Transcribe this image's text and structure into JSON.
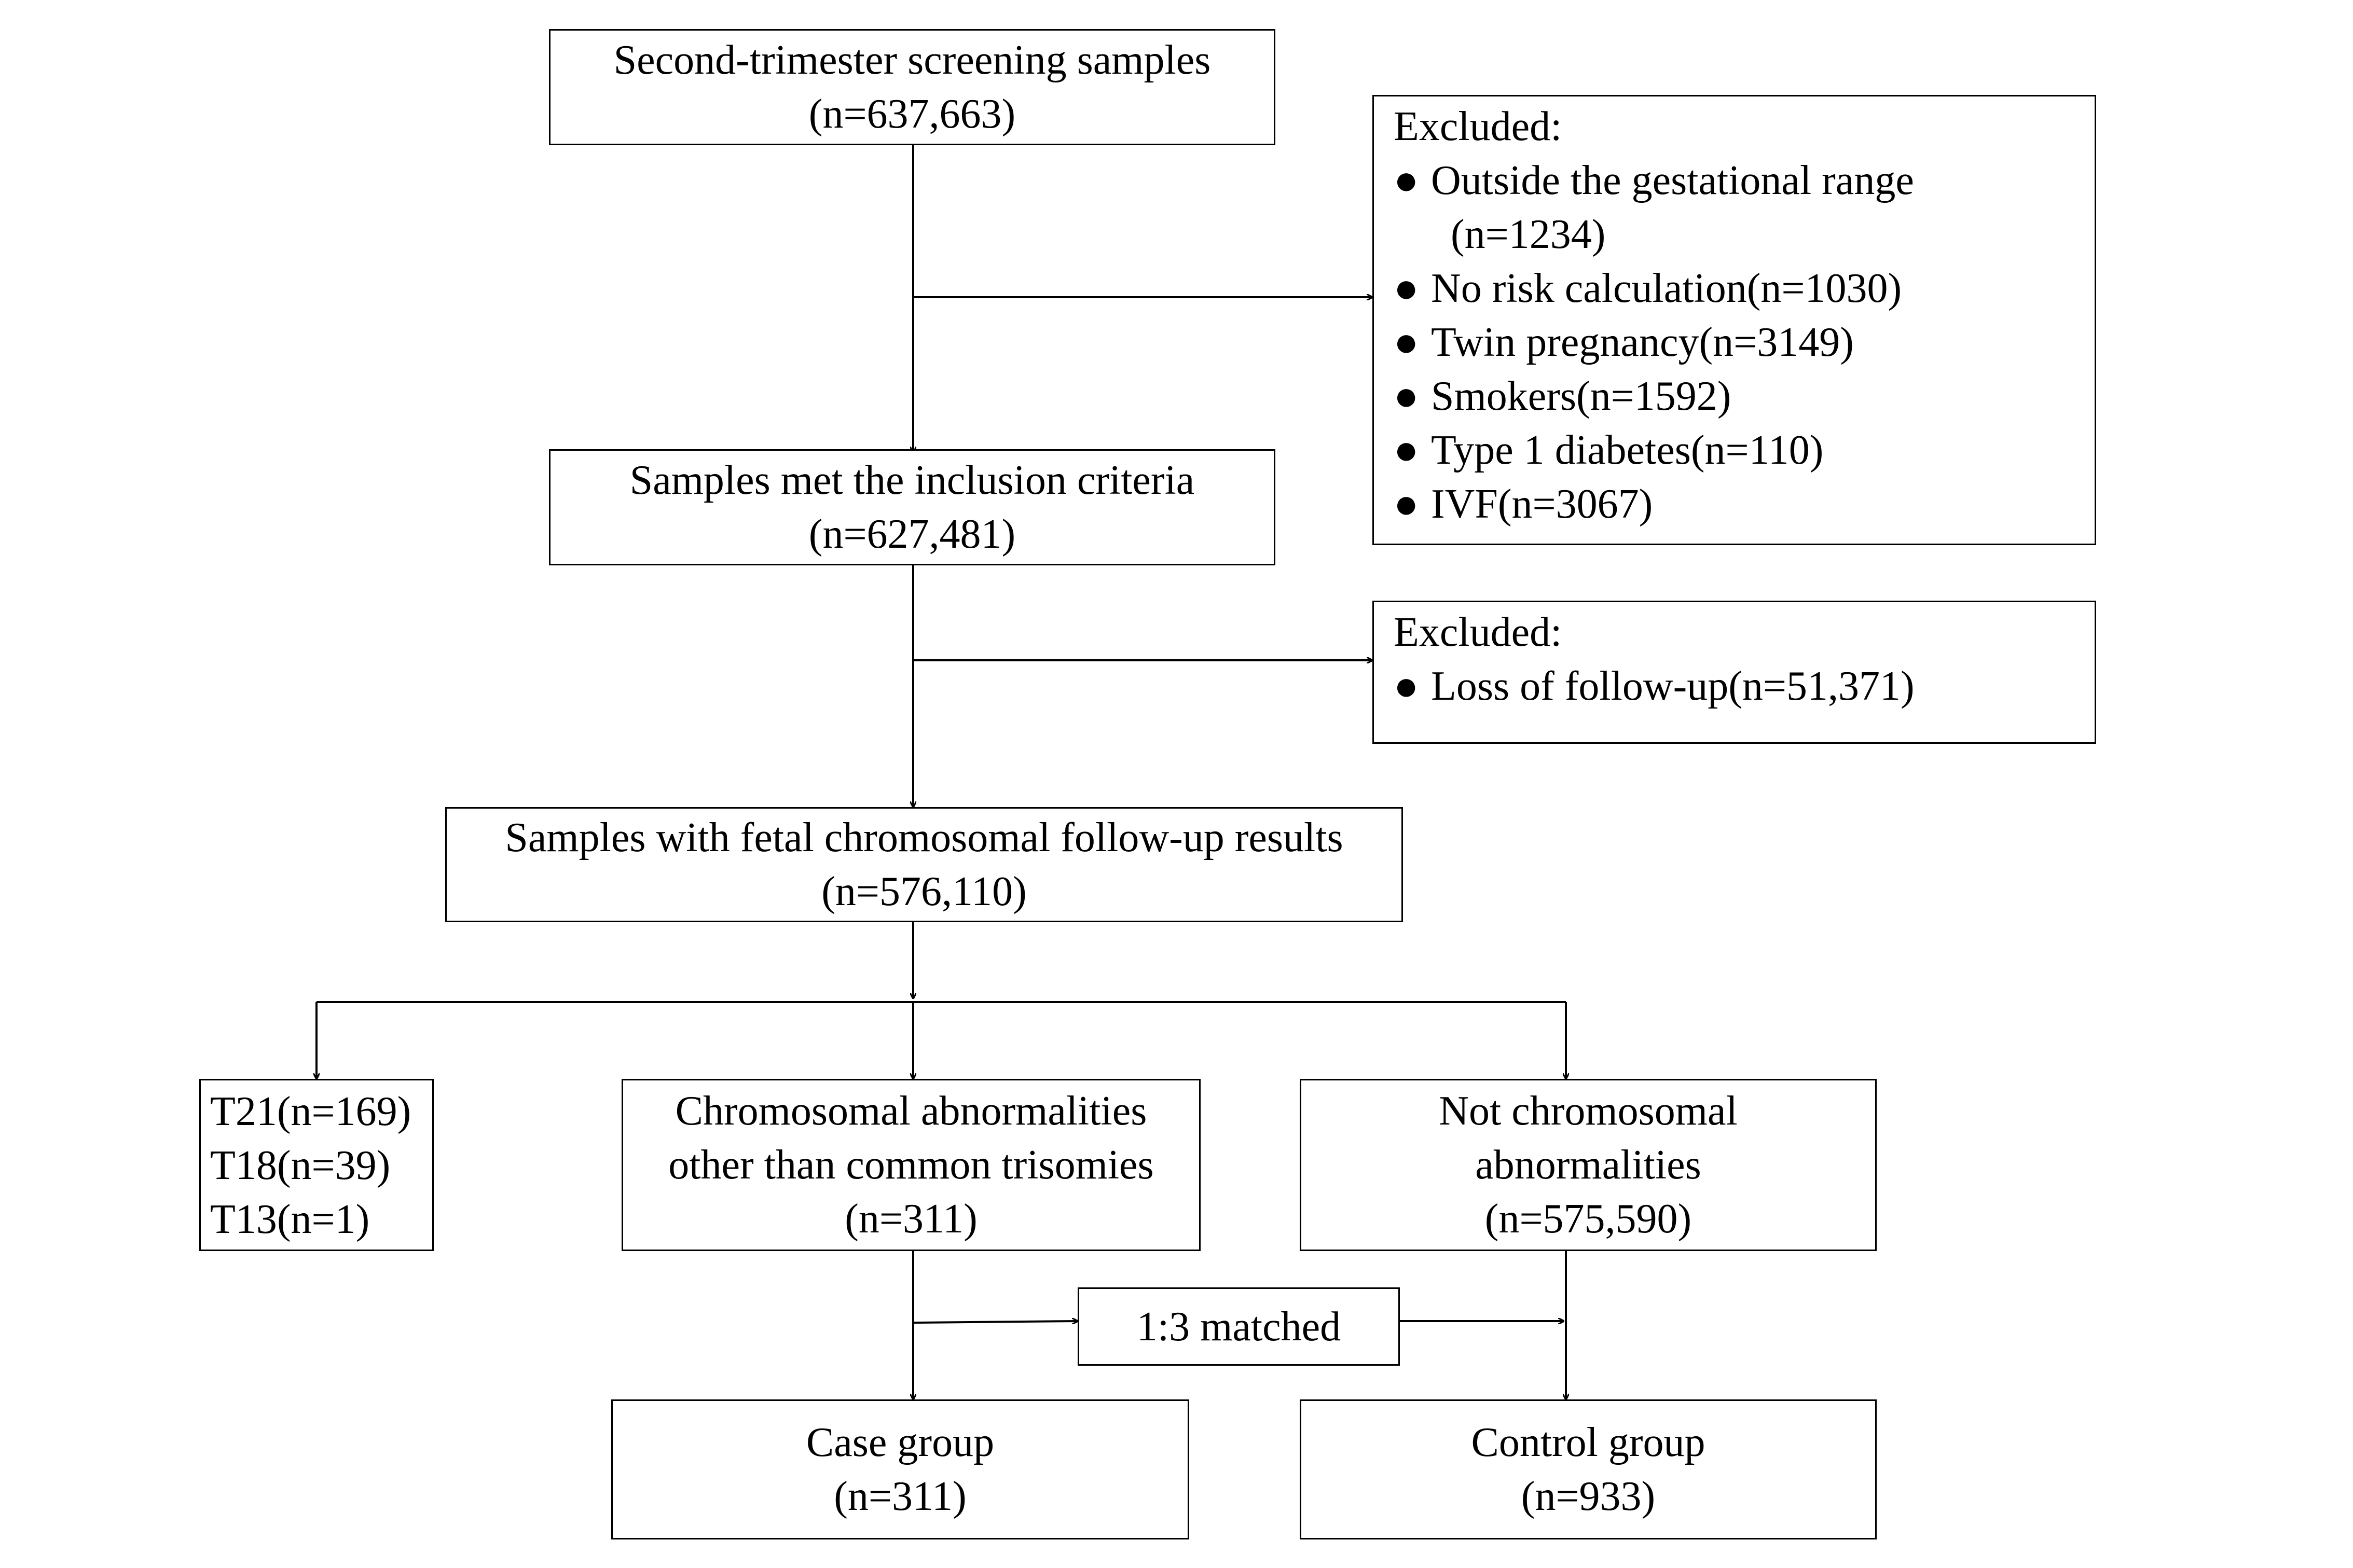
{
  "nodes": {
    "screening": {
      "line1": "Second-trimester screening samples",
      "line2": "(n=637,663)"
    },
    "excluded1": {
      "title": "Excluded:",
      "bullet": "●",
      "items": [
        "Outside the gestational range",
        "No risk calculation(n=1030)",
        "Twin pregnancy(n=3149)",
        "Smokers(n=1592)",
        "Type 1 diabetes(n=110)",
        "IVF(n=3067)"
      ],
      "item0_continuation": "(n=1234)"
    },
    "inclusion": {
      "line1": "Samples met the inclusion criteria",
      "line2": "(n=627,481)"
    },
    "excluded2": {
      "title": "Excluded:",
      "bullet": "●",
      "item": "Loss of follow-up(n=51,371)"
    },
    "followup": {
      "line1": "Samples with fetal chromosomal follow-up results",
      "line2": "(n=576,110)"
    },
    "trisomies": {
      "lines": [
        "T21(n=169)",
        "T18(n=39)",
        "T13(n=1)"
      ]
    },
    "other_abnormal": {
      "line1": "Chromosomal abnormalities",
      "line2": "other than common trisomies",
      "line3": "(n=311)"
    },
    "not_abnormal": {
      "line1": "Not chromosomal",
      "line2": "abnormalities",
      "line3": "(n=575,590)"
    },
    "matched": {
      "label": "1:3 matched"
    },
    "case": {
      "line1": "Case group",
      "line2": "(n=311)"
    },
    "control": {
      "line1": "Control group",
      "line2": "(n=933)"
    }
  }
}
